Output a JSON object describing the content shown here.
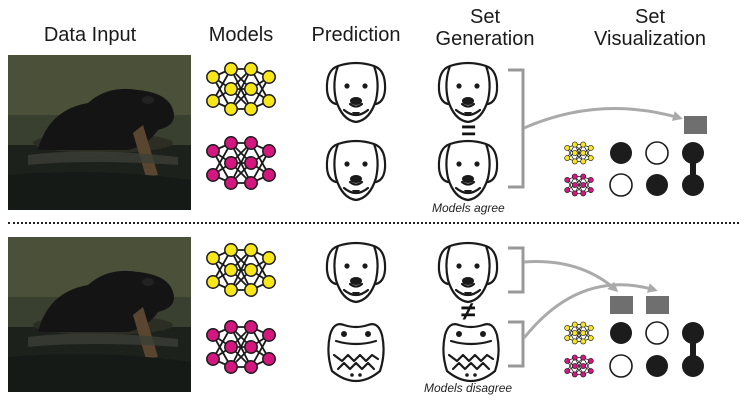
{
  "headers": {
    "data_input": "Data Input",
    "models": "Models",
    "prediction": "Prediction",
    "set_generation": [
      "Set",
      "Generation"
    ],
    "set_visualization": [
      "Set",
      "Visualization"
    ]
  },
  "top_panel": {
    "note": "Models agree",
    "relation_symbol": "=",
    "predictions": [
      "dog",
      "dog"
    ],
    "set_rows": [
      [
        "filled",
        "empty",
        "filled"
      ],
      [
        "empty",
        "filled",
        "filled"
      ]
    ],
    "highlighted_sets": 1
  },
  "bottom_panel": {
    "note": "Models disagree",
    "relation_symbol": "≠",
    "predictions": [
      "dog",
      "crocodile"
    ],
    "set_rows": [
      [
        "filled",
        "empty",
        "filled"
      ],
      [
        "empty",
        "filled",
        "filled"
      ]
    ],
    "highlighted_sets": 2
  },
  "colors": {
    "model_a": "#f6e61a",
    "model_b": "#d4167f",
    "filled_circle": "#1c1c1c",
    "set_square": "#6f6f6f",
    "arrow": "#aaaaaa",
    "bracket": "#999999"
  },
  "icons": [
    "neural-network-icon",
    "dog-face-icon",
    "crocodile-face-icon",
    "set-square-icon"
  ]
}
